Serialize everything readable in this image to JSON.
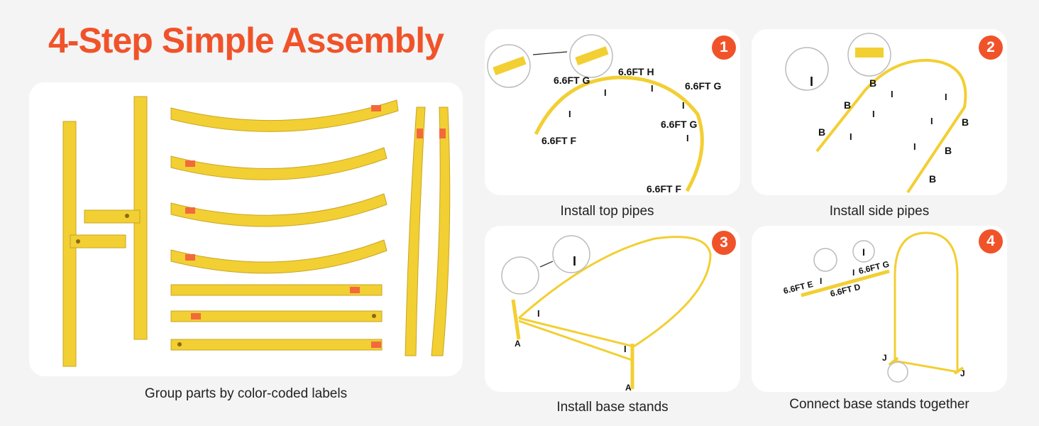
{
  "header": {
    "title": "4-Step Simple Assembly"
  },
  "accent_color": "#f0532a",
  "pipe_color": "#f2cf33",
  "parts_panel": {
    "caption": "Group parts by color-coded labels"
  },
  "steps": [
    {
      "number": "1",
      "caption": "Install top pipes",
      "labels": {
        "top_g_left": "6.6FT G",
        "top_h": "6.6FT H",
        "top_g_right": "6.6FT G",
        "mid_g": "6.6FT G",
        "f_left": "6.6FT F",
        "f_bottom": "6.6FT F",
        "screw": "I"
      }
    },
    {
      "number": "2",
      "caption": "Install side pipes",
      "labels": {
        "b": "B",
        "screw": "I"
      }
    },
    {
      "number": "3",
      "caption": "Install base stands",
      "labels": {
        "a": "A",
        "screw": "I"
      }
    },
    {
      "number": "4",
      "caption": "Connect base stands together",
      "labels": {
        "e": "6.6FT E",
        "d": "6.6FT D",
        "g": "6.6FT G",
        "j": "J",
        "screw": "I"
      }
    }
  ]
}
